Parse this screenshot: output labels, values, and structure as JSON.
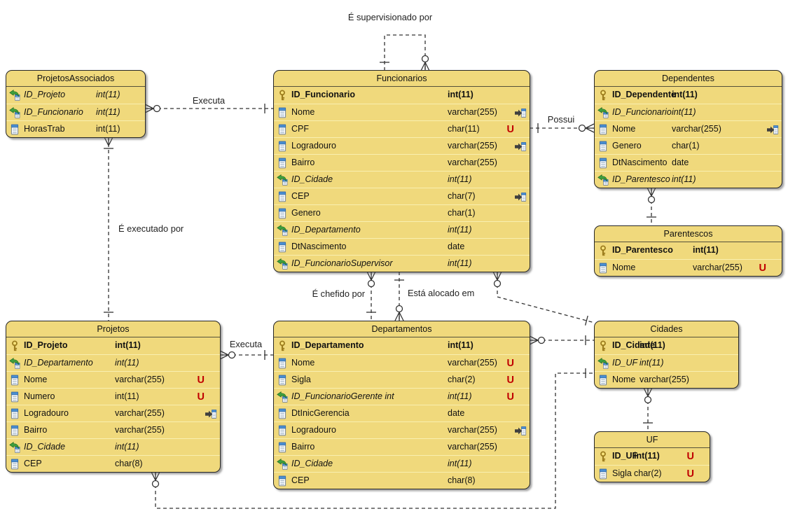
{
  "diagram": {
    "unique_glyph": "U",
    "icons": {
      "pk": "primary-key-icon",
      "fk": "foreign-key-icon",
      "col": "column-icon",
      "index": "index-icon",
      "unique": "unique-flag"
    },
    "colors": {
      "table_fill": "#f0d97c",
      "row_divider": "#f9efb0",
      "border": "#262626",
      "line": "#333333",
      "unique_red": "#c00000",
      "fk_green": "#3fa03f",
      "pk_gold": "#b08d1e",
      "icon_blue": "#4a8fd3"
    },
    "tables": [
      {
        "id": "projetos_associados",
        "title": "ProjetosAssociados",
        "columns": [
          {
            "icon": "fk",
            "name": "ID_Projeto",
            "type": "int(11)"
          },
          {
            "icon": "fk",
            "name": "ID_Funcionario",
            "type": "int(11)"
          },
          {
            "icon": "col",
            "name": "HorasTrab",
            "type": "int(11)"
          }
        ]
      },
      {
        "id": "funcionarios",
        "title": "Funcionarios",
        "columns": [
          {
            "icon": "pk",
            "name": "ID_Funcionario",
            "type": "int(11)"
          },
          {
            "icon": "col",
            "name": "Nome",
            "type": "varchar(255)",
            "index": true
          },
          {
            "icon": "col",
            "name": "CPF",
            "type": "char(11)",
            "unique": true
          },
          {
            "icon": "col",
            "name": "Logradouro",
            "type": "varchar(255)",
            "index": true
          },
          {
            "icon": "col",
            "name": "Bairro",
            "type": "varchar(255)"
          },
          {
            "icon": "fk",
            "name": "ID_Cidade",
            "type": "int(11)"
          },
          {
            "icon": "col",
            "name": "CEP",
            "type": "char(7)",
            "index": true
          },
          {
            "icon": "col",
            "name": "Genero",
            "type": "char(1)"
          },
          {
            "icon": "fk",
            "name": "ID_Departamento",
            "type": "int(11)"
          },
          {
            "icon": "col",
            "name": "DtNascimento",
            "type": "date"
          },
          {
            "icon": "fk",
            "name": "ID_FuncionarioSupervisor",
            "type": "int(11)"
          }
        ]
      },
      {
        "id": "dependentes",
        "title": "Dependentes",
        "columns": [
          {
            "icon": "pk",
            "name": "ID_Dependente",
            "type": "int(11)"
          },
          {
            "icon": "fk",
            "name": "ID_Funcionario",
            "type": "int(11)"
          },
          {
            "icon": "col",
            "name": "Nome",
            "type": "varchar(255)",
            "index": true
          },
          {
            "icon": "col",
            "name": "Genero",
            "type": "char(1)"
          },
          {
            "icon": "col",
            "name": "DtNascimento",
            "type": "date"
          },
          {
            "icon": "fk",
            "name": "ID_Parentesco",
            "type": "int(11)"
          }
        ]
      },
      {
        "id": "parentescos",
        "title": "Parentescos",
        "columns": [
          {
            "icon": "pk",
            "name": "ID_Parentesco",
            "type": "int(11)"
          },
          {
            "icon": "col",
            "name": "Nome",
            "type": "varchar(255)",
            "unique": true
          }
        ]
      },
      {
        "id": "projetos",
        "title": "Projetos",
        "columns": [
          {
            "icon": "pk",
            "name": "ID_Projeto",
            "type": "int(11)"
          },
          {
            "icon": "fk",
            "name": "ID_Departamento",
            "type": "int(11)"
          },
          {
            "icon": "col",
            "name": "Nome",
            "type": "varchar(255)",
            "unique": true
          },
          {
            "icon": "col",
            "name": "Numero",
            "type": "int(11)",
            "unique": true
          },
          {
            "icon": "col",
            "name": "Logradouro",
            "type": "varchar(255)",
            "index": true
          },
          {
            "icon": "col",
            "name": "Bairro",
            "type": "varchar(255)"
          },
          {
            "icon": "fk",
            "name": "ID_Cidade",
            "type": "int(11)"
          },
          {
            "icon": "col",
            "name": "CEP",
            "type": "char(8)"
          }
        ]
      },
      {
        "id": "departamentos",
        "title": "Departamentos",
        "columns": [
          {
            "icon": "pk",
            "name": "ID_Departamento",
            "type": "int(11)"
          },
          {
            "icon": "col",
            "name": "Nome",
            "type": "varchar(255)",
            "unique": true
          },
          {
            "icon": "col",
            "name": "Sigla",
            "type": "char(2)",
            "unique": true
          },
          {
            "icon": "fk",
            "name": "ID_FuncionarioGerente int",
            "type": "int(11)",
            "unique": true
          },
          {
            "icon": "col",
            "name": "DtInicGerencia",
            "type": "date"
          },
          {
            "icon": "col",
            "name": "Logradouro",
            "type": "varchar(255)",
            "index": true
          },
          {
            "icon": "col",
            "name": "Bairro",
            "type": "varchar(255)"
          },
          {
            "icon": "fk",
            "name": "ID_Cidade",
            "type": "int(11)"
          },
          {
            "icon": "col",
            "name": "CEP",
            "type": "char(8)"
          }
        ]
      },
      {
        "id": "cidades",
        "title": "Cidades",
        "columns": [
          {
            "icon": "pk",
            "name": "ID_Cidade",
            "type": "int(11)"
          },
          {
            "icon": "fk",
            "name": "ID_UF",
            "type": "int(11)"
          },
          {
            "icon": "col",
            "name": "Nome",
            "type": "varchar(255)"
          }
        ]
      },
      {
        "id": "uf",
        "title": "UF",
        "columns": [
          {
            "icon": "pk",
            "name": "ID_UF",
            "type": "int(11)",
            "unique": true
          },
          {
            "icon": "col",
            "name": "Sigla",
            "type": "char(2)",
            "unique": true
          }
        ]
      }
    ],
    "edges": [
      {
        "id": "supervisionado",
        "label": "É supervisionado por",
        "from": "funcionarios",
        "to": "funcionarios"
      },
      {
        "id": "executa_funcionario",
        "label": "Executa",
        "from": "projetos_associados",
        "to": "funcionarios"
      },
      {
        "id": "possui",
        "label": "Possui",
        "from": "funcionarios",
        "to": "dependentes"
      },
      {
        "id": "executado_por",
        "label": "É executado por",
        "from": "projetos_associados",
        "to": "projetos"
      },
      {
        "id": "chefido_por",
        "label": "É chefido por",
        "from": "funcionarios",
        "to": "departamentos"
      },
      {
        "id": "alocado_em",
        "label": "Está alocado em",
        "from": "funcionarios",
        "to": "departamentos"
      },
      {
        "id": "funcionarios_cidades",
        "label": "",
        "from": "funcionarios",
        "to": "cidades"
      },
      {
        "id": "executa_departamento",
        "label": "Executa",
        "from": "projetos",
        "to": "departamentos"
      },
      {
        "id": "departamentos_cidades",
        "label": "",
        "from": "departamentos",
        "to": "cidades"
      },
      {
        "id": "projetos_cidades",
        "label": "",
        "from": "projetos",
        "to": "cidades"
      },
      {
        "id": "cidades_uf",
        "label": "",
        "from": "cidades",
        "to": "uf"
      },
      {
        "id": "dependentes_parentescos",
        "label": "",
        "from": "dependentes",
        "to": "parentescos"
      }
    ]
  }
}
